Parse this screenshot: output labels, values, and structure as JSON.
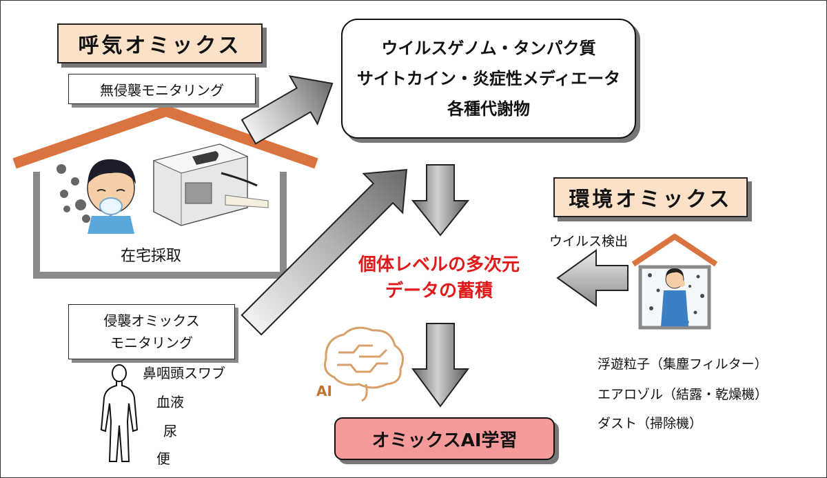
{
  "breath_omics": {
    "title": "呼気オミックス",
    "noninvasive_label": "無侵襲モニタリング",
    "home_collection": "在宅採取"
  },
  "invasive": {
    "label_line1": "侵襲オミックス",
    "label_line2": "モニタリング",
    "samples": [
      "鼻咽頭スワブ",
      "血液",
      "尿",
      "便"
    ]
  },
  "targets": {
    "lines": [
      "ウイルスゲノム・タンパク質",
      "サイトカイン・炎症性メディエータ",
      "各種代謝物"
    ]
  },
  "center": {
    "line1": "個体レベルの多次元",
    "line2": "データの蓄積"
  },
  "env_omics": {
    "title": "環境オミックス",
    "virus_detection": "ウイルス検出",
    "samples": [
      "浮遊粒子（集塵フィルター）",
      "エアロゾル（結露・乾燥機）",
      "ダスト（掃除機）"
    ]
  },
  "ai": {
    "icon_label": "AI",
    "learning_box": "オミックスAI学習"
  },
  "colors": {
    "title_fill": "#fbe1c8",
    "roof": "#d9733f",
    "house_wall": "#8a8a8a",
    "center_text": "#e01a1a",
    "ai_box": "#f59a9a",
    "brain": "#d9a06a",
    "arrow_fill": "#9a9a9a"
  }
}
